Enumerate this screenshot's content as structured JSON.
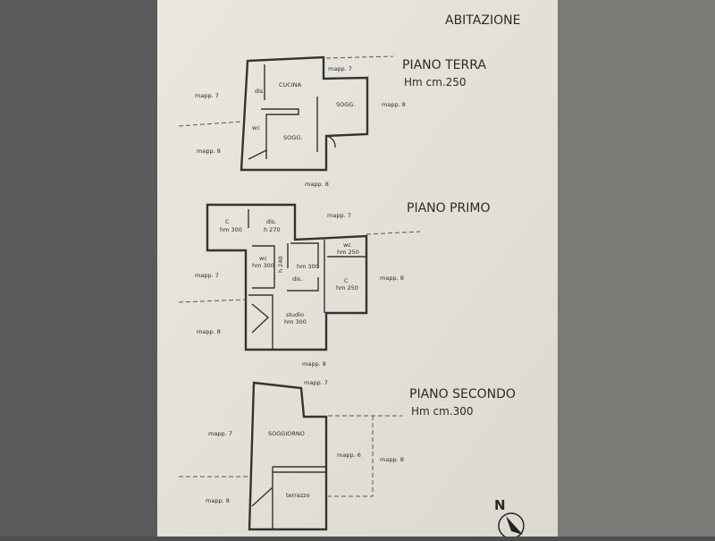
{
  "header": {
    "title": "ABITAZIONE"
  },
  "floors": [
    {
      "name": "PIANO TERRA",
      "height": "Hm cm.250",
      "rooms": [
        "CUCINA",
        "dis.",
        "SOGG.",
        "wc",
        "SOGG."
      ],
      "neighbors": {
        "top": "mapp. 7",
        "left_top": "mapp. 7",
        "right": "mapp. 8",
        "left_bottom": "mapp. 8",
        "bottom": "mapp. 8"
      }
    },
    {
      "name": "PIANO PRIMO",
      "rooms": [
        {
          "name": "C",
          "h": "hm 300"
        },
        {
          "name": "dis.",
          "h": "h 270"
        },
        {
          "name": "wc",
          "h": "hm 300"
        },
        {
          "name": "",
          "h": "h 240"
        },
        {
          "name": "",
          "h": "hm 300"
        },
        {
          "name": "wc",
          "h": "hm 250"
        },
        {
          "name": "dis.",
          "h": ""
        },
        {
          "name": "C",
          "h": "hm 250"
        },
        {
          "name": "studio",
          "h": "hm 300"
        }
      ],
      "neighbors": {
        "top": "mapp. 7",
        "left_top": "mapp. 7",
        "right": "mapp. 8",
        "left_bottom": "mapp. 8",
        "bottom": "mapp. 8"
      }
    },
    {
      "name": "PIANO SECONDO",
      "height": "Hm cm.300",
      "rooms": [
        "SOGGIORNO",
        "terrazzo"
      ],
      "neighbors": {
        "top": "mapp. 7",
        "left_top": "mapp. 7",
        "middle": "mapp. 6",
        "right": "mapp. 8",
        "left_bottom": "mapp. 8"
      }
    }
  ],
  "compass": {
    "label": "N"
  },
  "colors": {
    "paper": "#e6e4da",
    "ink": "#2a2a2a",
    "background": "#4e4e4e"
  }
}
